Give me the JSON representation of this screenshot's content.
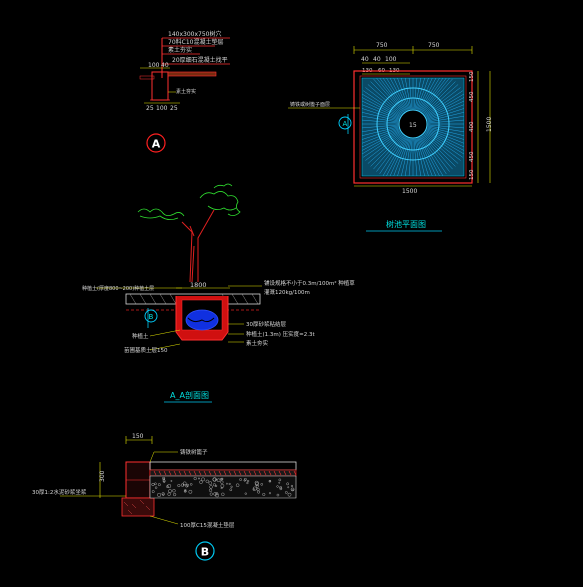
{
  "detail_a": {
    "notes": [
      "140x300x750树穴",
      "70料C10混凝土垫层",
      "素土夯实",
      "20厚细石混凝土找平"
    ],
    "dims_top": [
      "100",
      "40"
    ],
    "dims_bottom": [
      "25",
      "100",
      "25"
    ],
    "side_note": "素土夯实",
    "marker": "A"
  },
  "plan": {
    "dims_top": [
      "750",
      "750"
    ],
    "dims_inner": [
      "40",
      "40",
      "100"
    ],
    "dims_inner2": [
      "130",
      "60",
      "130"
    ],
    "dims_right": [
      "150",
      "450",
      "400",
      "450",
      "150"
    ],
    "overall_right": "1500",
    "overall_bottom": "1500",
    "left_note": "铸铁或树篦子面层",
    "center_label": "15",
    "marker": "A",
    "title": "树池平面图"
  },
  "section": {
    "top_dim": "1800",
    "left_note": "种植土(厚度800~200)种植土层",
    "right_note_1": "铺设规格不小于0.3m/100m² 种植草",
    "right_note_2": "灌溉120kg/100m",
    "right_note_3": "30厚砂浆粘结层",
    "right_note_4": "种植土(1.3m) 压实度=2.3t",
    "right_note_5": "素土夯实",
    "bottom_note_1": "种植土",
    "bottom_note_2": "苗圃基质土层150",
    "marker": "B",
    "title": "A_A剖面图"
  },
  "detail_b": {
    "dim_top": "150",
    "dim_side": "300",
    "note_top": "铸铁树篦子",
    "note_left": "30厚1:2水泥砂浆坐浆",
    "note_bottom": "100厚C15混凝土垫层",
    "marker": "B"
  }
}
